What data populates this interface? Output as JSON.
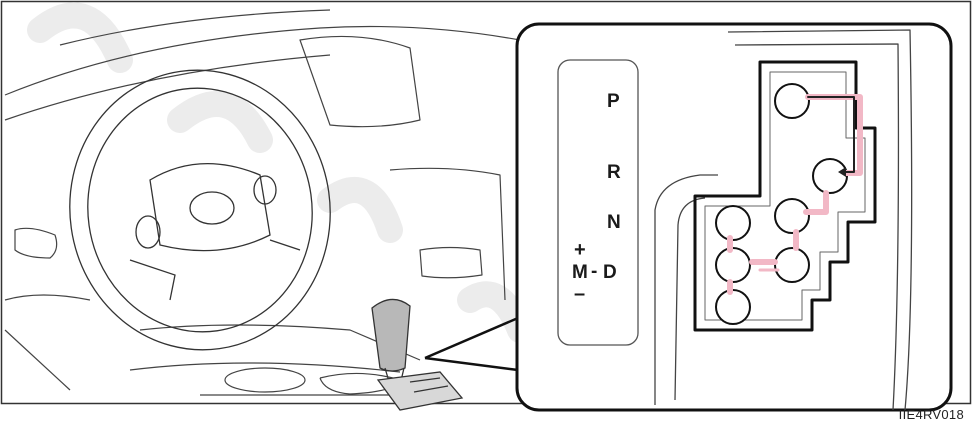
{
  "figure_code": "IIE4RV018",
  "gate_labels": {
    "park": "P",
    "reverse": "R",
    "neutral": "N",
    "plus": "+",
    "manual": "M",
    "dash": "-",
    "drive": "D",
    "minus": "–"
  },
  "colors": {
    "line": "#333333",
    "arrow_pink": "#f2b8c6",
    "arrow_dark": "#222222",
    "watermark": "#e8e8e8"
  },
  "icons": [
    "steering-wheel-icon",
    "shift-lever-icon",
    "shift-gate-diagram-icon"
  ]
}
